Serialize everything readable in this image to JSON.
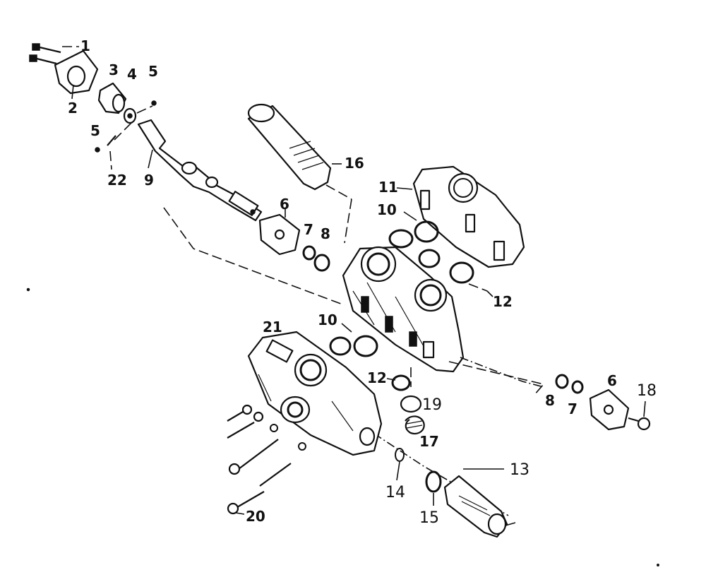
{
  "callouts": {
    "c1": "1",
    "c2": "2",
    "c3": "3",
    "c4": "4",
    "c5a": "5",
    "c5b": "5",
    "c22": "22",
    "c9": "9",
    "c16": "16",
    "c11": "11",
    "c10a": "10",
    "c6a": "6",
    "c7a": "7",
    "c8a": "8",
    "c12a": "12",
    "c21": "21",
    "c10b": "10",
    "c12b": "12",
    "c19": "19",
    "c17": "17",
    "c8b": "8",
    "c7b": "7",
    "c6b": "6",
    "c18": "18",
    "c13": "13",
    "c14": "14",
    "c15": "15",
    "c20": "20"
  }
}
